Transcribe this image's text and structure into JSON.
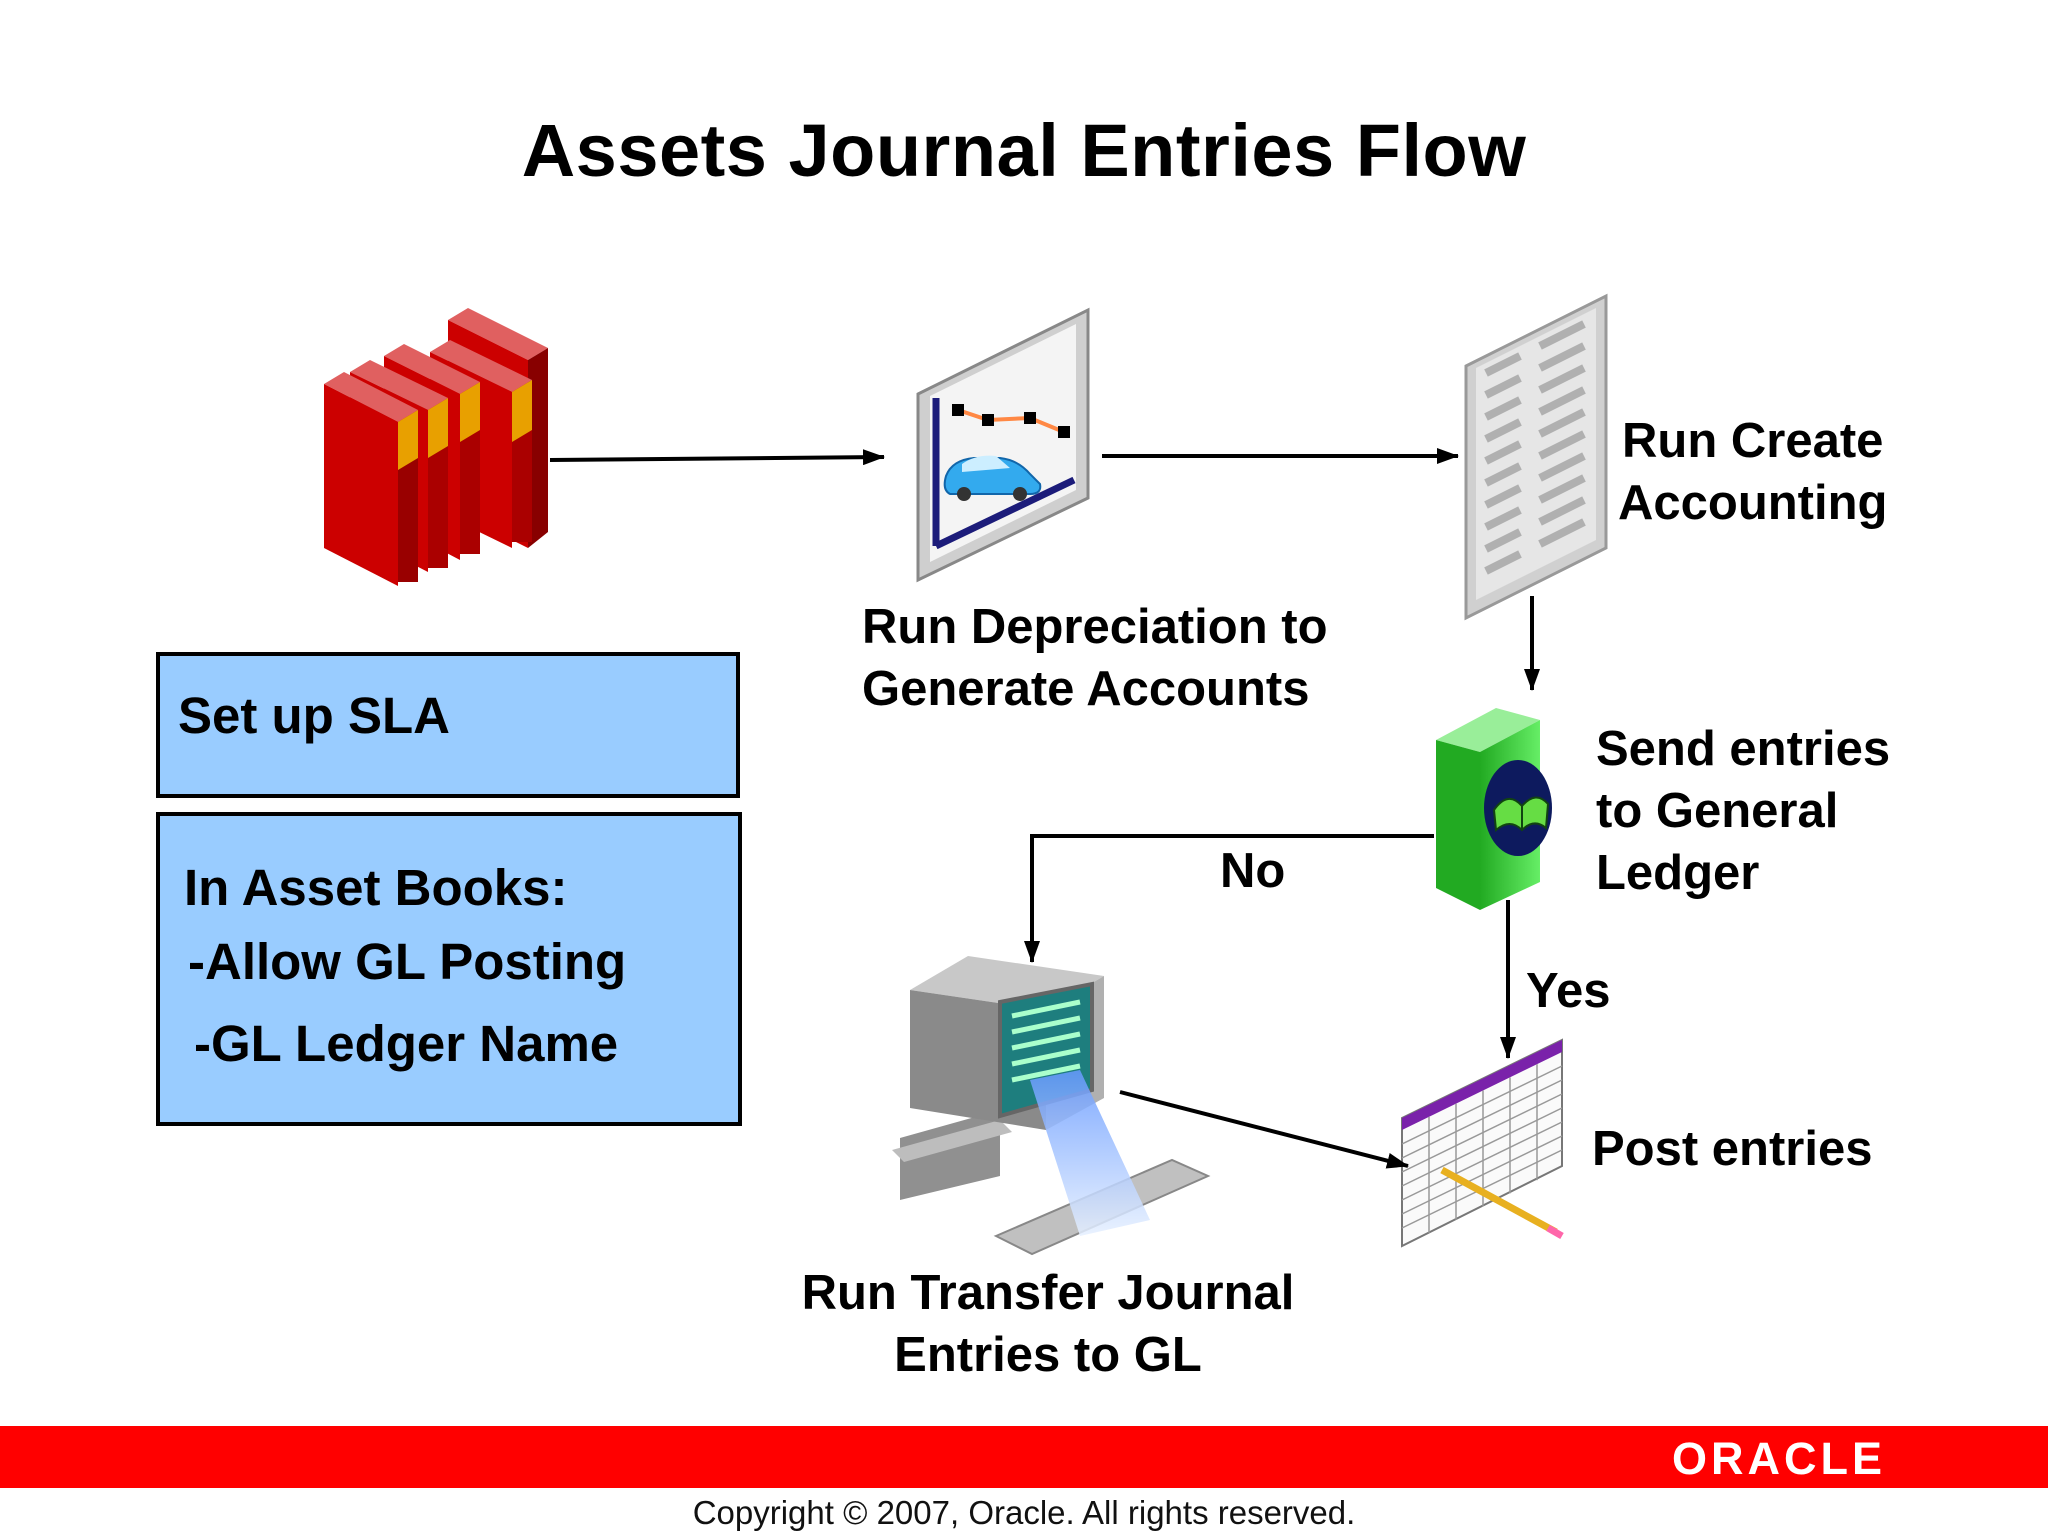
{
  "title": "Assets Journal Entries Flow",
  "setup_box": {
    "text": "Set up SLA"
  },
  "books_box": {
    "heading": "In Asset Books:",
    "items": [
      "-Allow GL Posting",
      "-GL Ledger Name"
    ]
  },
  "nodes": {
    "depreciation": {
      "line1": "Run Depreciation to",
      "line2": "Generate Accounts",
      "icon": "depreciation-chart-icon"
    },
    "create_accounting": {
      "line1": "Run Create",
      "line2": "Accounting",
      "icon": "report-document-icon"
    },
    "send_entries": {
      "line1": "Send entries",
      "line2": "to General",
      "line3": "Ledger",
      "icon": "green-book-box-icon"
    },
    "transfer": {
      "line1": "Run Transfer Journal",
      "line2": "Entries to GL",
      "icon": "computer-icon"
    },
    "post": {
      "line1": "Post entries",
      "icon": "spreadsheet-icon"
    },
    "asset_books": {
      "icon": "books-icon"
    }
  },
  "decisions": {
    "no": "No",
    "yes": "Yes"
  },
  "footer": {
    "logo": "ORACLE",
    "copyright": "Copyright © 2007, Oracle. All rights reserved."
  },
  "colors": {
    "box_fill": "#99ccff",
    "footer_red": "#ff0000",
    "book_red": "#cc0000",
    "book_gold": "#e8a000",
    "green_box": "#33cc33"
  }
}
